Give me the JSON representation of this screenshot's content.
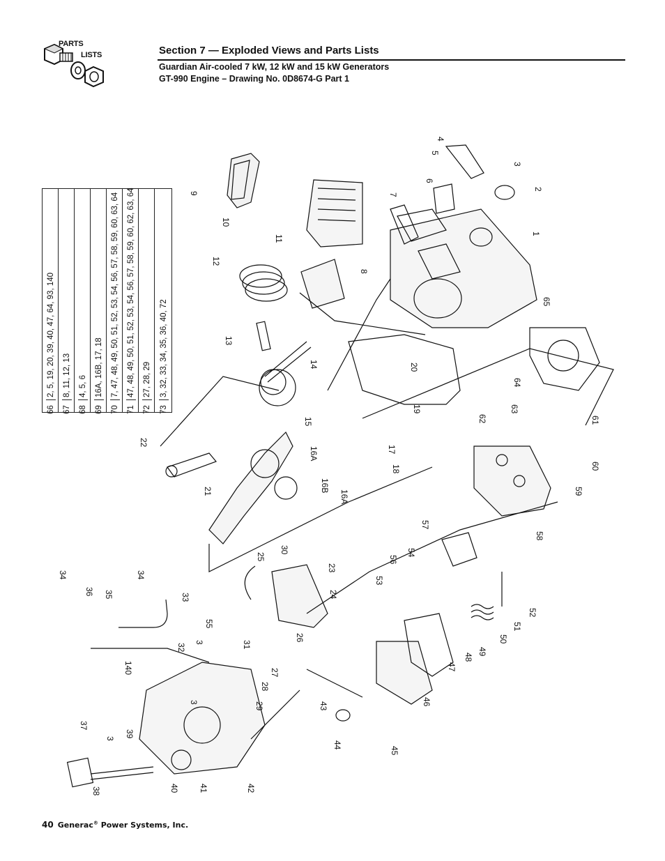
{
  "logo": {
    "top_label": "PARTS",
    "bottom_label": "LISTS"
  },
  "header": {
    "section_title": "Section 7 — Exploded Views and Parts Lists",
    "subtitle_1": "Guardian Air-cooled 7 kW, 12 kW and 15 kW Generators",
    "subtitle_2": "GT-990 Engine – Drawing No. 0D8674-G Part 1"
  },
  "kit_table": [
    {
      "item": "66",
      "parts": "2, 5, 19, 20, 39, 40, 47, 64, 93, 140"
    },
    {
      "item": "67",
      "parts": "8, 11, 12, 13"
    },
    {
      "item": "68",
      "parts": "4, 5, 6"
    },
    {
      "item": "69",
      "parts": "16A, 16B, 17, 18"
    },
    {
      "item": "70",
      "parts": "7, 47, 48, 49, 50, 51, 52, 53, 54, 56, 57, 58, 59, 60, 63, 64"
    },
    {
      "item": "71",
      "parts": "47, 48, 49, 50, 51, 52, 53, 54, 56, 57, 58, 59, 60, 62, 63, 64"
    },
    {
      "item": "72",
      "parts": "27, 28, 29"
    },
    {
      "item": "73",
      "parts": "3, 32, 33, 34, 35, 36, 40, 72"
    }
  ],
  "callouts": [
    "1",
    "2",
    "3",
    "4",
    "5",
    "6",
    "7",
    "8",
    "9",
    "10",
    "11",
    "12",
    "13",
    "14",
    "15",
    "16A",
    "16B",
    "16A",
    "17",
    "18",
    "19",
    "20",
    "21",
    "22",
    "23",
    "24",
    "25",
    "26",
    "27",
    "28",
    "29",
    "30",
    "31",
    "32",
    "3",
    "33",
    "34",
    "34",
    "35",
    "36",
    "37",
    "38",
    "39",
    "3",
    "40",
    "41",
    "42",
    "43",
    "44",
    "45",
    "46",
    "47",
    "48",
    "49",
    "50",
    "51",
    "52",
    "53",
    "54",
    "55",
    "56",
    "57",
    "58",
    "59",
    "60",
    "61",
    "62",
    "63",
    "64",
    "65",
    "140",
    "3"
  ],
  "footer": {
    "page_number": "40",
    "company": "Generac",
    "registered": "®",
    "company_rest": " Power Systems, Inc."
  }
}
